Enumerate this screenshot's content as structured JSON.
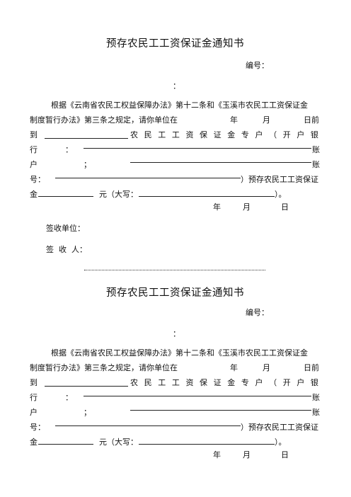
{
  "form": {
    "title": "预存农民工工资保证金通知书",
    "number_label": "编号：",
    "addressee_colon": "：",
    "para_line1": "根据《云南省农民工权益保障办法》第十二条和《玉溪市农民工工资保证金",
    "para_line2_a": "制度暂行办法》第三条之规定，请你单位在",
    "year": "年",
    "month": "月",
    "day_before": "日前",
    "to_char": "到",
    "account_prefix_chars": [
      "农",
      "民",
      "工",
      "工",
      "资",
      "保",
      "证",
      "金",
      "专",
      "户",
      "（",
      "开",
      "户",
      "银"
    ],
    "row_hang": "行",
    "row_hu": "户",
    "colon_full": "：",
    "colon_semi": "；",
    "zhang": "账",
    "hao_colon": "号：",
    "deposit_suffix": "）预存农民工工资保证",
    "jin": "金",
    "yuan_daxie": "元（大写：",
    "close_period": "）。",
    "date_year": "年",
    "date_month": "月",
    "date_day": "日",
    "sign_unit": "签收单位：",
    "sign_person": "签  收  人："
  }
}
